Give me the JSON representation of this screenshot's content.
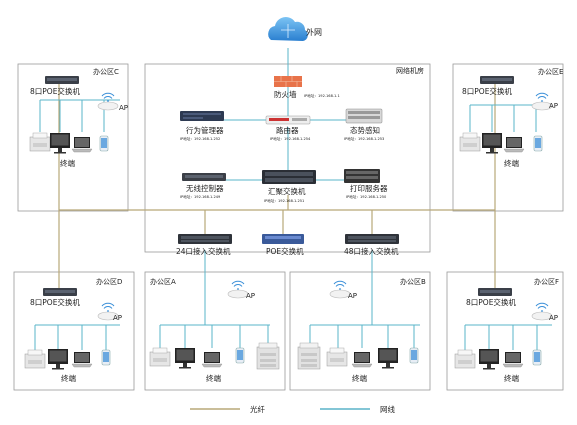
{
  "internet": {
    "label": "外网"
  },
  "server_room": {
    "label": "网络机房"
  },
  "firewall": {
    "label": "防火墙",
    "ip": "IP地址：192.168.1.1"
  },
  "behavior_mgmt": {
    "label": "行为管理器",
    "ip": "IP地址：192.168.1.252"
  },
  "router": {
    "label": "路由器",
    "ip": "IP地址：192.168.1.254"
  },
  "situation_awareness": {
    "label": "态势感知",
    "ip": "IP地址：192.168.1.253"
  },
  "wireless_controller": {
    "label": "无线控制器",
    "ip": "IP地址：192.168.1.249"
  },
  "aggregation_switch": {
    "label": "汇聚交换机",
    "ip": "IP地址：192.168.1.251"
  },
  "print_server": {
    "label": "打印服务器",
    "ip": "IP地址：192.168.1.250"
  },
  "access_switch_24": {
    "label": "24口接入交换机"
  },
  "poe_switch": {
    "label": "POE交换机"
  },
  "access_switch_48": {
    "label": "48口接入交换机"
  },
  "zones": {
    "C": {
      "label": "办公区C",
      "switch": "8口POE交换机",
      "ap": "AP",
      "terminal": "终端"
    },
    "E": {
      "label": "办公区E",
      "switch": "8口POE交换机",
      "ap": "AP",
      "terminal": "终端"
    },
    "D": {
      "label": "办公区D",
      "switch": "8口POE交换机",
      "ap": "AP",
      "terminal": "终端"
    },
    "A": {
      "label": "办公区A",
      "ap": "AP",
      "terminal": "终端"
    },
    "B": {
      "label": "办公区B",
      "ap": "AP",
      "terminal": "终端"
    },
    "F": {
      "label": "办公区F",
      "switch": "8口POE交换机",
      "ap": "AP",
      "terminal": "终端"
    }
  },
  "legend": {
    "fiber": "光纤",
    "cable": "网线"
  },
  "colors": {
    "fiber": "#b8a878",
    "cable": "#5ab4c8",
    "firewall": "#e8734a",
    "cloud": "#3a8fd8"
  }
}
